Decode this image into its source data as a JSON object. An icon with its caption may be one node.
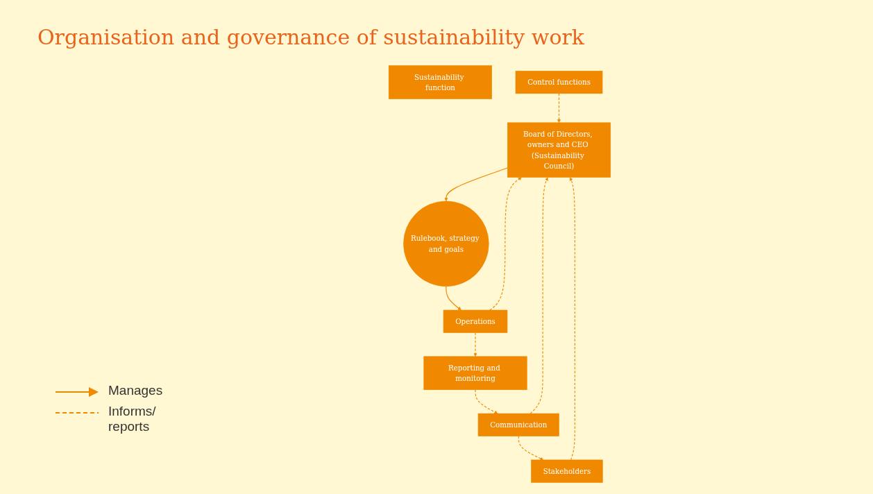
{
  "diagram": {
    "title": "Organisation and governance of sustainability work",
    "nodes": [
      {
        "text": [
          "Board of Directors, owners and CEO (Sustainability Council)"
        ]
      },
      {
        "text": [
          "Stakeholders"
        ]
      },
      {
        "text": [
          "Rulebook, strategy and goals"
        ]
      },
      {
        "text": [
          "Communication"
        ]
      },
      {
        "text": [
          "Sustainability function"
        ]
      },
      {
        "text": [
          "Control functions"
        ]
      },
      {
        "text": [
          "Operations"
        ]
      },
      {
        "text": [
          "Reporting and monitoring"
        ]
      }
    ],
    "edges": [
      {
        "from": 0,
        "to": 2,
        "arrow": "to"
      },
      {
        "from": 2,
        "to": 6,
        "arrow": "to"
      },
      {
        "from": 6,
        "to": 0,
        "arrow": "to",
        "style": "dashed"
      },
      {
        "from": 6,
        "to": 7,
        "arrow": "to",
        "style": "dashed"
      },
      {
        "from": 7,
        "to": 3,
        "arrow": "to",
        "style": "dashed"
      },
      {
        "from": 3,
        "to": 1,
        "arrow": "to",
        "style": "dashed"
      },
      {
        "from": 1,
        "to": 0,
        "arrow": "to",
        "style": "dashed"
      },
      {
        "from": 3,
        "to": 0,
        "arrow": "to",
        "style": "dashed"
      },
      {
        "from": 5,
        "to": 0,
        "arrow": "to",
        "style": "dashed"
      }
    ],
    "legend": [
      {
        "text": "Manages"
      },
      {
        "text": "Informs/ reports"
      }
    ]
  }
}
